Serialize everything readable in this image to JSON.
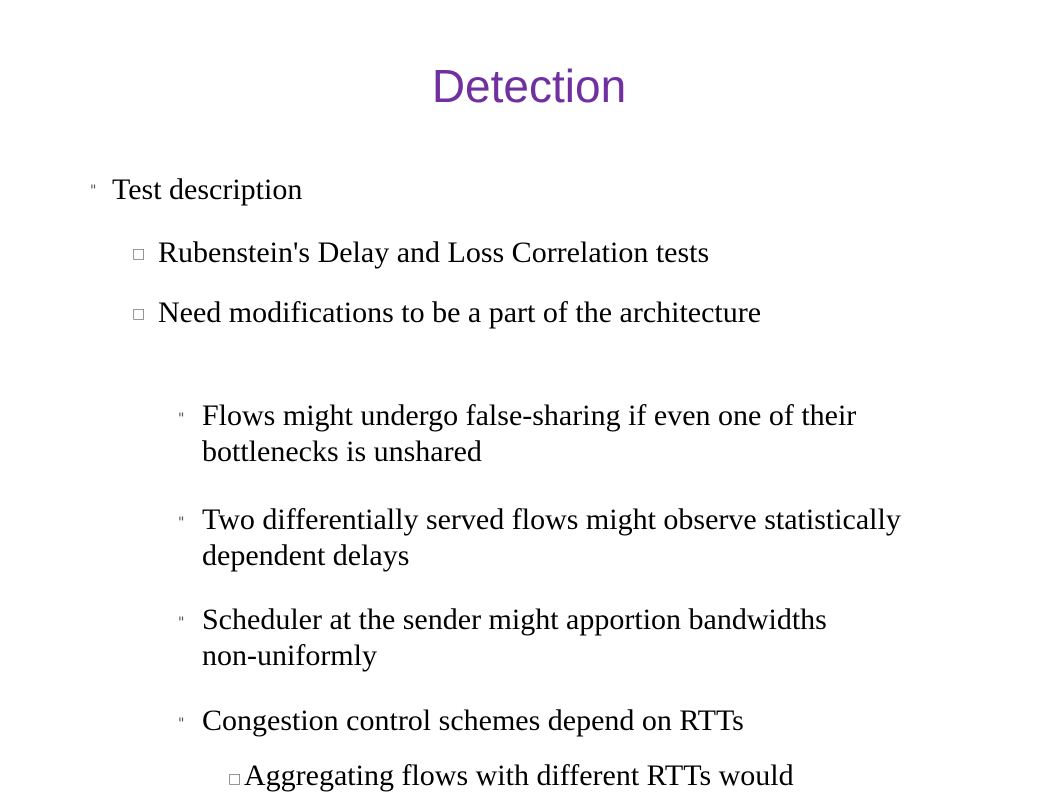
{
  "slide": {
    "title": "Detection",
    "accent_color": "#7030a0",
    "level1_bullet": "\"",
    "level2_bullet": "□",
    "level3_bullet": "\"",
    "items": [
      {
        "text": "Test description"
      },
      {
        "text": "Rubenstein's Delay and Loss Correlation tests"
      },
      {
        "text": "Need modifications to be a part of the architecture"
      },
      {
        "text": "Flows might undergo false-sharing if even one of their bottlenecks is unshared"
      },
      {
        "text": "Two differentially served flows might observe statistically dependent delays"
      },
      {
        "text": "Scheduler at the sender might apportion bandwidths non-uniformly"
      },
      {
        "text": "Congestion control schemes depend on RTTs"
      },
      {
        "text": "Aggregating flows with different RTTs would"
      }
    ]
  }
}
